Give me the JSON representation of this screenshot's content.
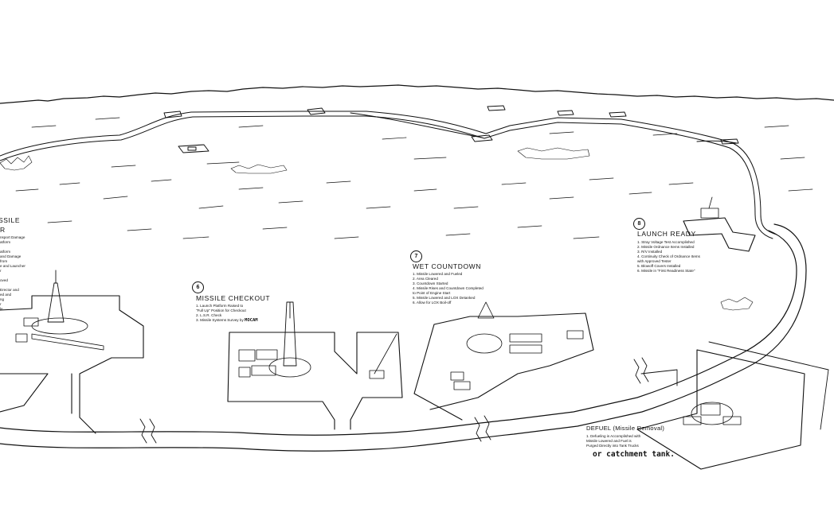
{
  "stations": {
    "erector": {
      "title_fragment": "SSILE",
      "subtitle_fragment": "R",
      "step_fragments": [
        "nsport Damage",
        "atform",
        "",
        "atform",
        "and Damage",
        "from",
        "e and Launcher",
        "r",
        "",
        "oved",
        "",
        "Erector and",
        "ed and",
        "ng",
        "r",
        "le"
      ]
    },
    "checkout": {
      "number": "6",
      "title": "MISSILE CHECKOUT",
      "steps": [
        "1.  Launch Platform Raised to",
        "      \"Full Up\" Position for Checkout",
        "2.  L.S.R. Check",
        "3.  Missile Systems Survey by"
      ],
      "handwritten": "MOCAM"
    },
    "wet_countdown": {
      "number": "7",
      "title": "WET COUNTDOWN",
      "steps": [
        "1.  Missile Lowered and Fueled",
        "2.  Area Cleared",
        "3.  Countdown Started",
        "4.  Missile Rises and Countdown Completed",
        "      to Point of Engine Start",
        "5.  Missile Lowered and LOX Detanked",
        "6.  Allow for LOX Boil-off"
      ]
    },
    "launch_ready": {
      "number": "8",
      "title": "LAUNCH READY",
      "steps": [
        "1.  Stray Voltage Test Accomplished",
        "2.  Missile Ordnance Items Installed",
        "3.  R/V Installed",
        "4.  Continuity Check of Ordnance Items",
        "      with Approved Tester",
        "5.  Blowoff Covers Installed",
        "6.  Missile in \"First Readiness State\""
      ]
    },
    "defuel": {
      "title": "DEFUEL (Missile Removal)",
      "steps": [
        "1.  Defueling is Accomplished with",
        "      Missile Lowered and Fuel is",
        "      Purged Directly into Tank Trucks"
      ],
      "handwritten": "or catchment tank."
    }
  }
}
